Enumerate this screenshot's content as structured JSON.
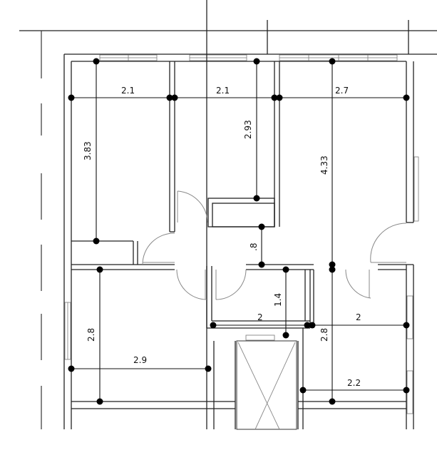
{
  "drawing": {
    "type": "architectural floor plan",
    "units": "m"
  },
  "dimensions": {
    "top_row": [
      "2.1",
      "2.1",
      "2.7"
    ],
    "room1_height": "3.83",
    "room2_height": "2.93",
    "room3_height": "4.33",
    "corridor_gap": ".8",
    "bath1_height": "1.4",
    "bath1_width": "2",
    "bath2_width": "2",
    "room4_height": "2.8",
    "room4_width": "2.9",
    "room5_height": "2.8",
    "room5_width": "2.2"
  },
  "colors": {
    "line": "#222222",
    "window": "#777777",
    "door_swing": "#888888",
    "background": "#ffffff"
  }
}
